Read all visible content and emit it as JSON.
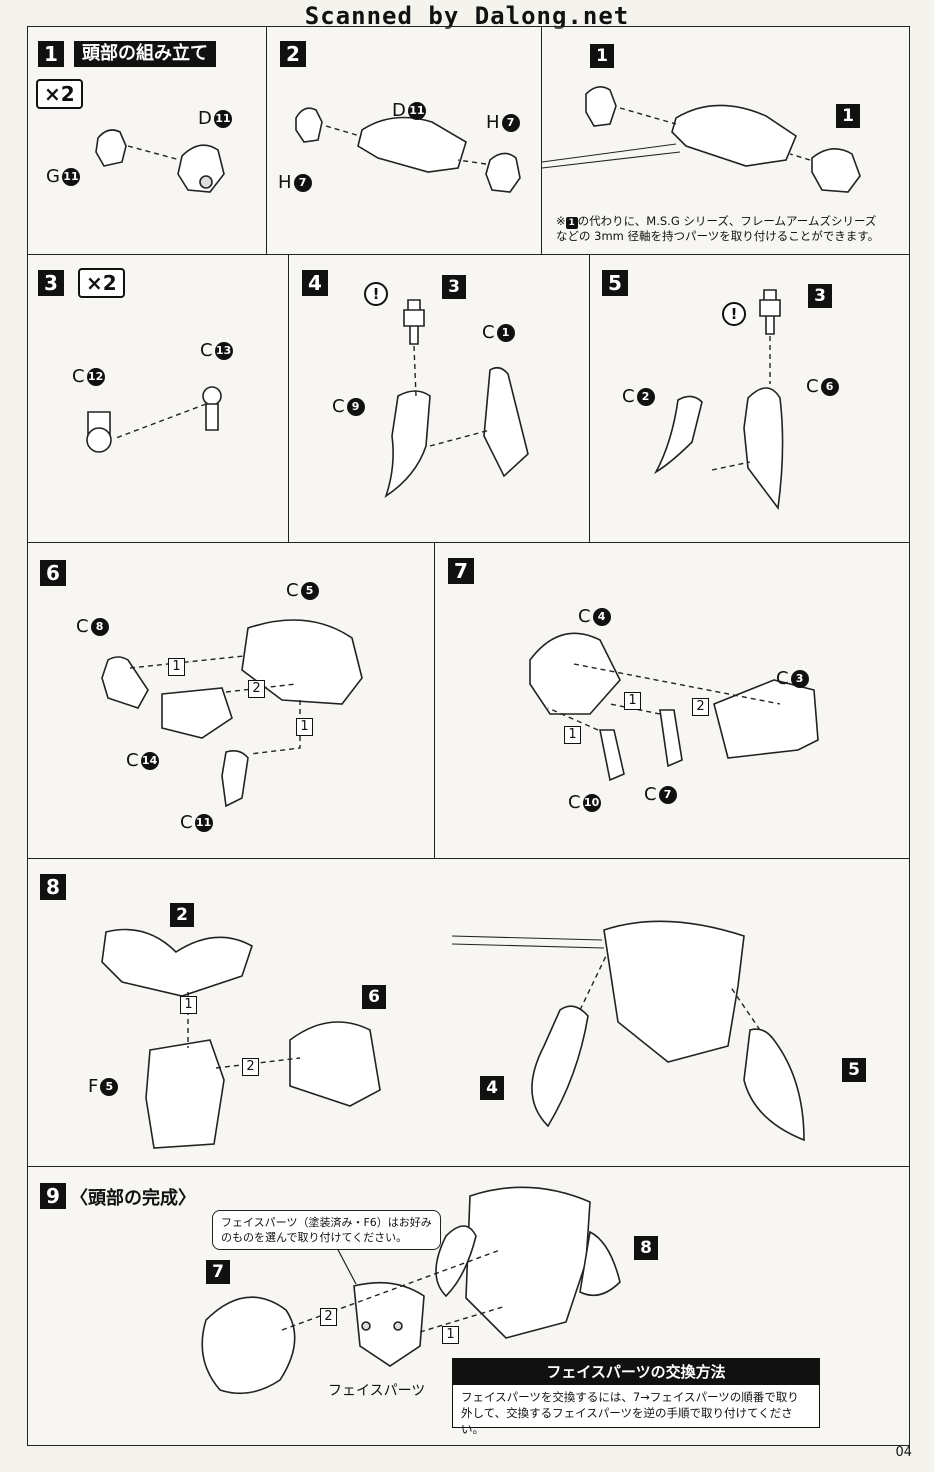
{
  "watermark": "Scanned by Dalong.net",
  "step1": {
    "num": "1",
    "title": "頭部の組み立て",
    "times": "×2",
    "parts": [
      {
        "letter": "D",
        "n": "11"
      },
      {
        "letter": "G",
        "n": "11"
      }
    ]
  },
  "step2": {
    "num": "2",
    "parts": [
      {
        "letter": "D",
        "n": "11"
      },
      {
        "letter": "H",
        "n": "7"
      },
      {
        "letter": "H",
        "n": "7"
      }
    ]
  },
  "alt": {
    "num_a": "1",
    "num_b": "1",
    "note_mark": "1",
    "note_1": "の代わりに、M.S.G シリーズ、フレームアームズシリーズ",
    "note_2": "などの 3mm 径軸を持つパーツを取り付けることができます。"
  },
  "step3": {
    "num": "3",
    "times": "×2",
    "parts": [
      {
        "letter": "C",
        "n": "13"
      },
      {
        "letter": "C",
        "n": "12"
      }
    ]
  },
  "step4": {
    "num": "4",
    "ref": "3",
    "parts": [
      {
        "letter": "C",
        "n": "1"
      },
      {
        "letter": "C",
        "n": "9"
      }
    ]
  },
  "step5": {
    "num": "5",
    "ref": "3",
    "parts": [
      {
        "letter": "C",
        "n": "2"
      },
      {
        "letter": "C",
        "n": "6"
      }
    ]
  },
  "step6": {
    "num": "6",
    "parts": [
      {
        "letter": "C",
        "n": "5"
      },
      {
        "letter": "C",
        "n": "8"
      },
      {
        "letter": "C",
        "n": "14"
      },
      {
        "letter": "C",
        "n": "11"
      }
    ],
    "order": [
      "1",
      "2",
      "1"
    ]
  },
  "step7": {
    "num": "7",
    "parts": [
      {
        "letter": "C",
        "n": "4"
      },
      {
        "letter": "C",
        "n": "3"
      },
      {
        "letter": "C",
        "n": "10"
      },
      {
        "letter": "C",
        "n": "7"
      }
    ],
    "order": [
      "1",
      "2",
      "1"
    ]
  },
  "step8": {
    "num": "8",
    "ref_a": "2",
    "ref_b": "6",
    "ref_c": "4",
    "ref_d": "5",
    "part": {
      "letter": "F",
      "n": "5"
    },
    "order": [
      "1",
      "2"
    ]
  },
  "step9": {
    "num": "9",
    "title": "〈頭部の完成〉",
    "ref_a": "7",
    "ref_b": "8",
    "bubble_1": "フェイスパーツ（塗装済み・F6）はお好み",
    "bubble_2": "のものを選んで取り付けてください。",
    "face_label": "フェイスパーツ",
    "order": [
      "2",
      "1"
    ],
    "box_title": "フェイスパーツの交換方法",
    "box_1": "フェイスパーツを交換するには、7→フェイスパーツの順番で取り",
    "box_2": "外して、交換するフェイスパーツを逆の手順で取り付けてください。"
  },
  "page_number": "04"
}
